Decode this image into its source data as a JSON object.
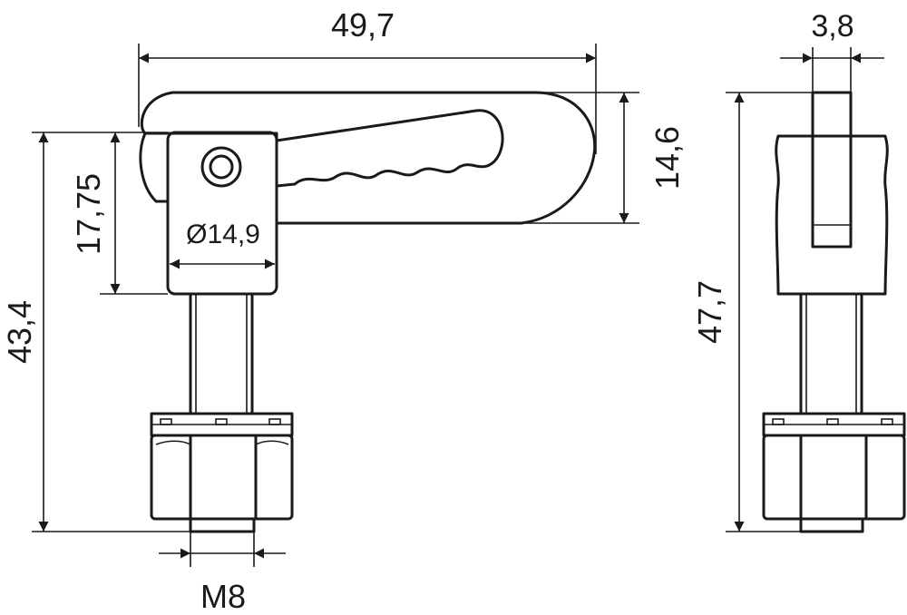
{
  "dimensions": {
    "lever_length": "49,7",
    "lever_thickness": "3,8",
    "lever_height": "14,6",
    "body_height": "17,75",
    "body_diameter": "Ø14,9",
    "total_height_front": "43,4",
    "total_height_side": "47,7",
    "thread": "M8"
  },
  "colors": {
    "line": "#1a1a1a",
    "background": "#ffffff"
  }
}
